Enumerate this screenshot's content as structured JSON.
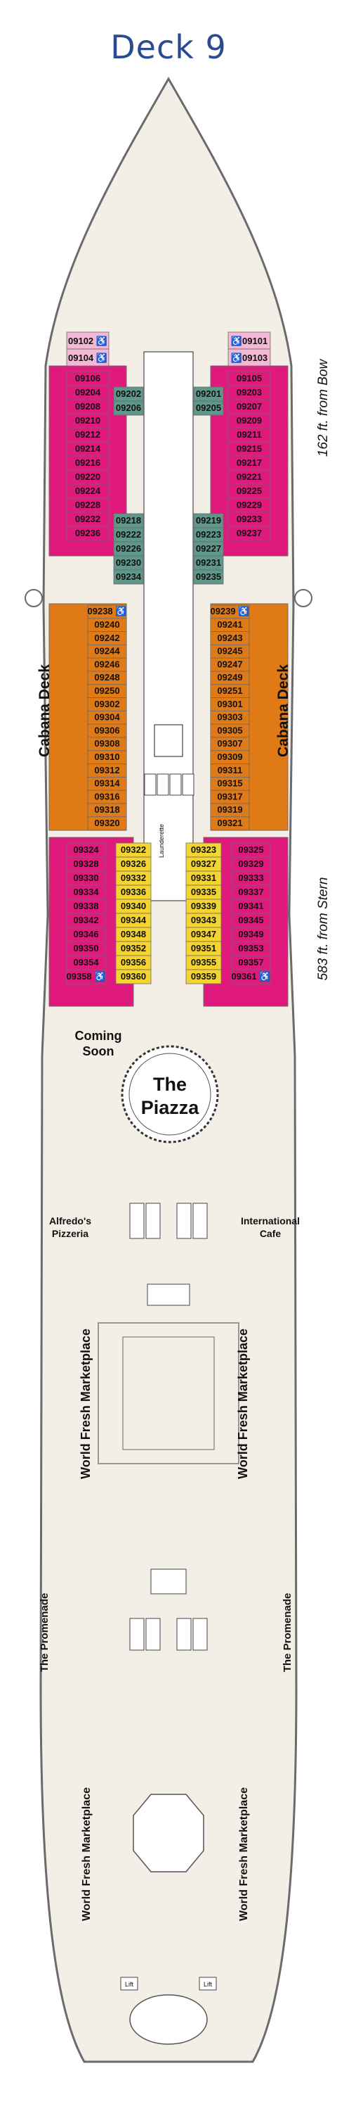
{
  "title": "Deck 9",
  "bow_note": "162 ft. from Bow",
  "stern_note": "583 ft. from Stern",
  "colors": {
    "hull": "#f4efe6",
    "outline": "#6b6b6b",
    "light_pink": "#f2b8d6",
    "magenta": "#e0197d",
    "teal": "#5f978a",
    "orange": "#df7a16",
    "yellow": "#f3d431"
  },
  "cabins": {
    "fwd_port_light": [
      "09102 ♿",
      "09104 ♿"
    ],
    "fwd_stbd_light": [
      "♿09101",
      "♿09103"
    ],
    "fwd_port_magenta": [
      "09106",
      "09204",
      "09208",
      "09210",
      "09212",
      "09214",
      "09216",
      "09220",
      "09224",
      "09228",
      "09232",
      "09236"
    ],
    "fwd_stbd_magenta": [
      "09105",
      "09203",
      "09207",
      "09209",
      "09211",
      "09215",
      "09217",
      "09221",
      "09225",
      "09229",
      "09233",
      "09237"
    ],
    "teal_port_top": [
      "09202",
      "09206"
    ],
    "teal_stbd_top": [
      "09201",
      "09205"
    ],
    "teal_port_lower": [
      "09218",
      "09222",
      "09226",
      "09230",
      "09234"
    ],
    "teal_stbd_lower": [
      "09219",
      "09223",
      "09227",
      "09231",
      "09235"
    ],
    "orange_port": [
      "09238 ♿",
      "09240",
      "09242",
      "09244",
      "09246",
      "09248",
      "09250",
      "09302",
      "09304",
      "09306",
      "09308",
      "09310",
      "09312",
      "09314",
      "09316",
      "09318",
      "09320"
    ],
    "orange_stbd": [
      "09239 ♿",
      "09241",
      "09243",
      "09245",
      "09247",
      "09249",
      "09251",
      "09301",
      "09303",
      "09305",
      "09307",
      "09309",
      "09311",
      "09315",
      "09317",
      "09319",
      "09321"
    ],
    "aft_port_magenta": [
      "09324",
      "09328",
      "09330",
      "09334",
      "09338",
      "09342",
      "09346",
      "09350",
      "09354",
      "09358 ♿"
    ],
    "aft_stbd_magenta": [
      "09325",
      "09329",
      "09333",
      "09337",
      "09341",
      "09345",
      "09349",
      "09353",
      "09357",
      "09361 ♿"
    ],
    "yellow_port": [
      "09322",
      "09326",
      "09332",
      "09336",
      "09340",
      "09344",
      "09348",
      "09352",
      "09356",
      "09360"
    ],
    "yellow_stbd": [
      "09323",
      "09327",
      "09331",
      "09335",
      "09339",
      "09343",
      "09347",
      "09351",
      "09355",
      "09359"
    ]
  },
  "cabana_deck_label": "Cabana Deck",
  "venues": {
    "coming_soon_line1": "Coming",
    "coming_soon_line2": "Soon",
    "piazza_line1": "The",
    "piazza_line2": "Piazza",
    "alfredos_line1": "Alfredo's",
    "alfredos_line2": "Pizzeria",
    "international_line1": "International",
    "international_line2": "Cafe",
    "world_fresh": "World Fresh Marketplace",
    "promenade": "The Promenade",
    "launderette": "Launderette"
  },
  "lift_label": "Lift"
}
